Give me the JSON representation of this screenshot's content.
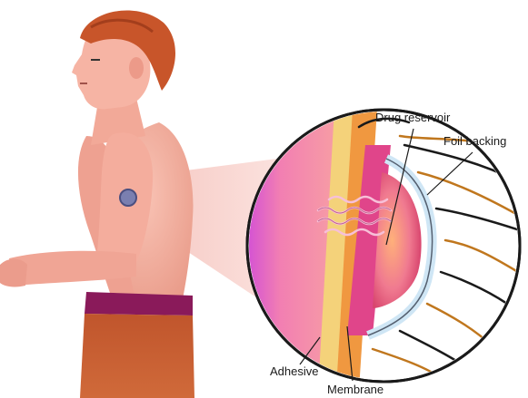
{
  "labels": {
    "drug_reservoir": "Drug reservoir",
    "foil_backing": "Foil backing",
    "adhesive": "Adhesive",
    "membrane": "Membrane"
  },
  "colors": {
    "skin": "#f4b0a2",
    "skin_shadow": "#e48f80",
    "hair": "#c8552a",
    "pants": "#b04a28",
    "waistband": "#8a1a5a",
    "patch": "#7a7fb0",
    "adhesive_layer": "#f4d27a",
    "membrane_layer": "#e0458a",
    "reservoir": "#f08a9a",
    "foil": "#cfe6f5",
    "fibre": "#c0771e"
  }
}
